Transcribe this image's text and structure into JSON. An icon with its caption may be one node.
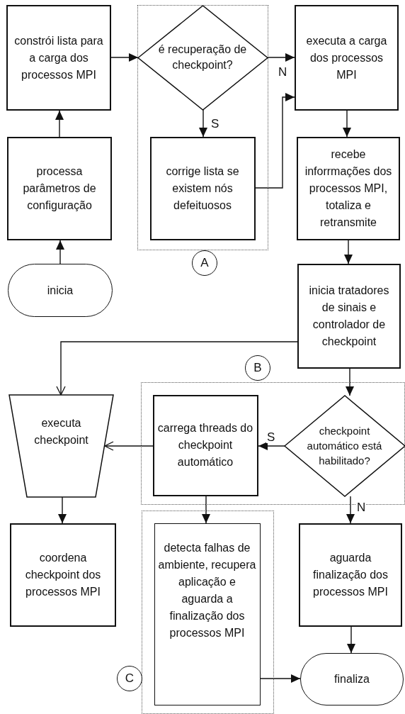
{
  "diagram": {
    "nodes": [
      {
        "text": [
          "constrói lista para a carga dos processos MPI"
        ]
      },
      {
        "text": [],
        "shape": "box"
      },
      {
        "text": [
          "é recuperação de checkpoint?"
        ],
        "in": 1
      },
      {
        "text": [
          "executa a carga dos processos MPI"
        ]
      },
      {
        "text": [
          "processa parâmetros de configuração"
        ]
      },
      {
        "text": [
          "corrige lista se existem nós defeituosos"
        ],
        "in": 1
      },
      {
        "text": [
          "recebe inforrmações dos processos MPI, totaliza e retransmite"
        ]
      },
      {
        "text": [
          "inicia"
        ]
      },
      {
        "text": [
          "A"
        ]
      },
      {
        "text": [
          "inicia tratadores de sinais e controlador de checkpoint"
        ]
      },
      {
        "text": [
          "B"
        ]
      },
      {
        "text": [],
        "shape": "box"
      },
      {
        "text": [
          "executa checkpoint"
        ]
      },
      {
        "text": [
          "carrega threads do checkpoint automático"
        ],
        "in": 11
      },
      {
        "text": [
          "checkpoint automático está habilitado?"
        ],
        "in": 11
      },
      {
        "text": [],
        "shape": "box"
      },
      {
        "text": [
          "coordena checkpoint dos processos MPI"
        ]
      },
      {
        "text": [
          "detecta falhas de ambiente, recupera aplicação e aguarda a finalização dos processos MPI"
        ],
        "in": 15
      },
      {
        "text": [
          "aguarda finalização dos processos MPI"
        ]
      },
      {
        "text": [
          "C"
        ]
      },
      {
        "text": [
          "finaliza"
        ]
      }
    ],
    "edges": [
      {
        "from": 7,
        "to": 4,
        "arrow": "to"
      },
      {
        "from": 4,
        "to": 0,
        "arrow": "to"
      },
      {
        "from": 0,
        "to": 2,
        "arrow": "to"
      },
      {
        "from": 2,
        "to": 3,
        "arrow": "to",
        "label": "N"
      },
      {
        "from": 2,
        "to": 5,
        "arrow": "to",
        "label": "S"
      },
      {
        "from": 5,
        "to": 3,
        "arrow": "to"
      },
      {
        "from": 3,
        "to": 6,
        "arrow": "to"
      },
      {
        "from": 6,
        "to": 9,
        "arrow": "to"
      },
      {
        "from": 9,
        "to": 12,
        "arrow": "to"
      },
      {
        "from": 9,
        "to": 14,
        "arrow": "to"
      },
      {
        "from": 14,
        "to": 13,
        "arrow": "to",
        "label": "S"
      },
      {
        "from": 13,
        "to": 12,
        "arrow": "to"
      },
      {
        "from": 12,
        "to": 16,
        "arrow": "to"
      },
      {
        "from": 13,
        "to": 17,
        "arrow": "to"
      },
      {
        "from": 14,
        "to": 18,
        "arrow": "to",
        "label": "N"
      },
      {
        "from": 18,
        "to": 20,
        "arrow": "to"
      },
      {
        "from": 17,
        "to": 20,
        "arrow": "to"
      }
    ]
  }
}
